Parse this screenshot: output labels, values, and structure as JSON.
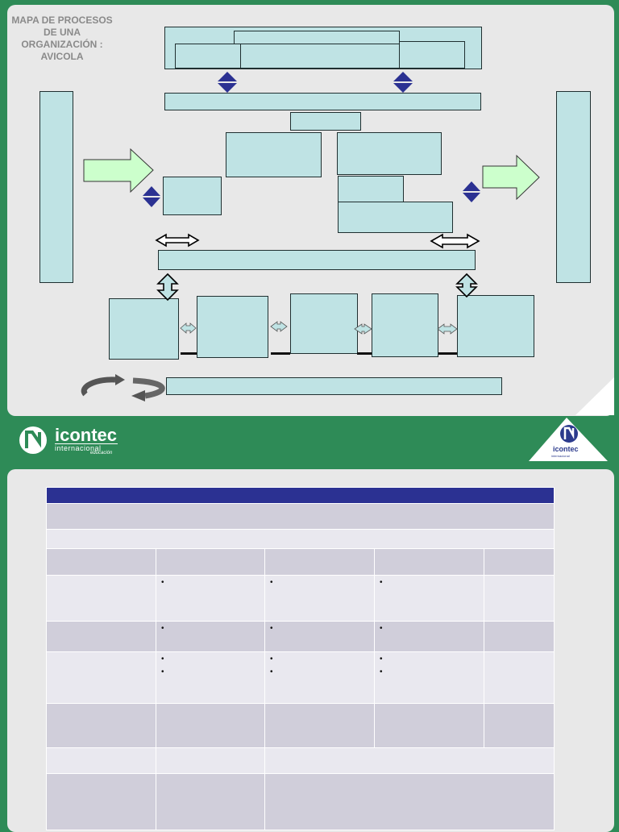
{
  "diagram": {
    "title": "MAPA DE PROCESOS\nDE UNA\nORGANIZACIÓN :\nAVICOLA"
  },
  "brand": {
    "name": "icontec",
    "line2": "internacional",
    "line3": "educación",
    "badge_name": "icontec",
    "badge_sub": "internacional"
  },
  "colors": {
    "background": "#2e8b57",
    "slide": "#e8e8e8",
    "box_fill": "#bfe3e4",
    "green_arrow": "#ccffcc",
    "blue_arrow": "#2b3192",
    "table_header": "#2b3192",
    "table_dark": "#d0ceda",
    "table_light": "#e9e8ef"
  },
  "table": {
    "bullet": "•"
  }
}
